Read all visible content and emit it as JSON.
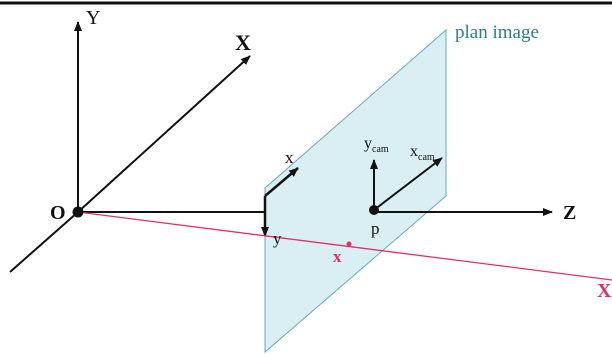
{
  "labels": {
    "origin": "O",
    "axis_y": "Y",
    "axis_x": "X",
    "axis_z": "Z",
    "plane": "plan image",
    "image_x": "x",
    "image_y": "y",
    "cam_x_base": "x",
    "cam_x_sub": "cam",
    "cam_y_base": "y",
    "cam_y_sub": "cam",
    "principal_point": "p",
    "projected_point": "x",
    "world_point": "X"
  },
  "colors": {
    "plane_fill": "#d4ecf2",
    "plane_stroke": "#6aa8b8",
    "ray": "#e0306a",
    "axis": "#111111",
    "plane_label": "#2f7f80"
  }
}
